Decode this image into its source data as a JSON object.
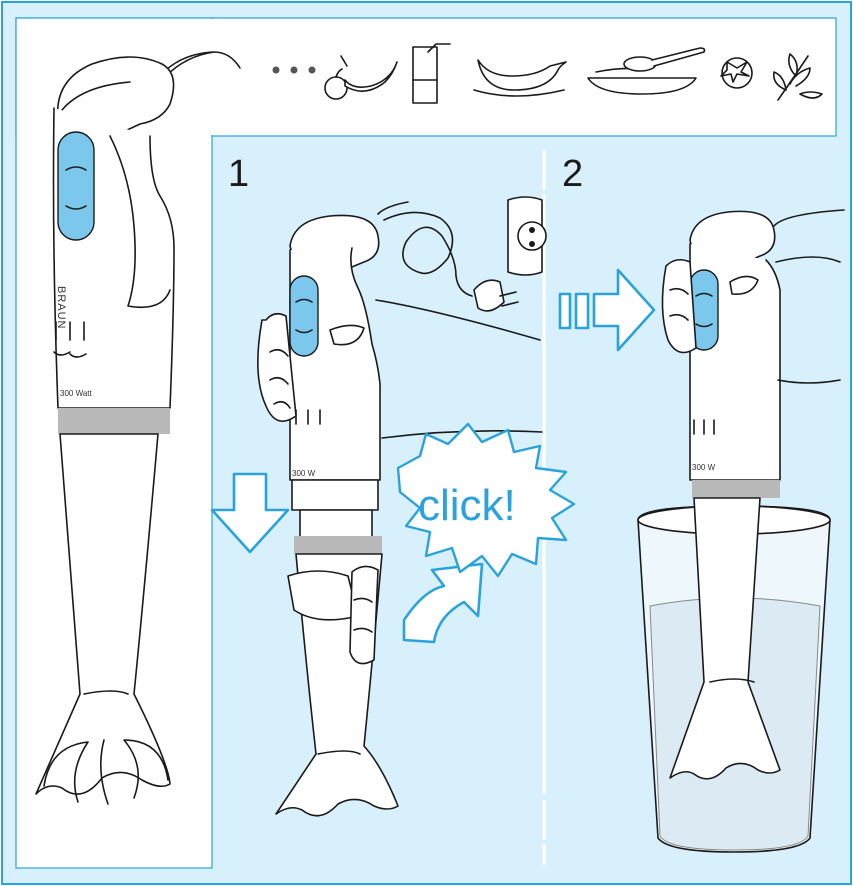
{
  "steps": [
    {
      "number": "1",
      "callout": "click!"
    },
    {
      "number": "2"
    }
  ],
  "product": {
    "brand": "BRAUN",
    "power": "300 Watt"
  },
  "food_icons": [
    "dots-icon",
    "fruit-icon",
    "juice-glass-icon",
    "gravy-boat-icon",
    "soup-plate-icon",
    "tomato-icon",
    "herb-icon"
  ],
  "colors": {
    "border": "#2aa2dc",
    "panel": "#d8f0fb",
    "accent": "#2aa2dc",
    "button": "#7cc8ec",
    "ring": "#b9b9b9"
  }
}
